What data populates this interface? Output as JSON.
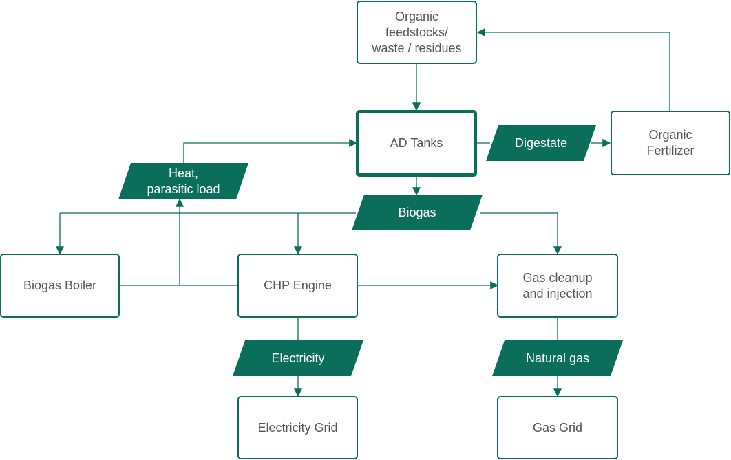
{
  "colors": {
    "accent": "#0b6e5b",
    "box_text": "#555555",
    "label_text": "#ffffff"
  },
  "nodes": {
    "feedstocks": "Organic\nfeedstocks/\nwaste / residues",
    "ad_tanks": "AD Tanks",
    "organic_fertilizer": "Organic\nFertilizer",
    "biogas_boiler": "Biogas Boiler",
    "chp_engine": "CHP Engine",
    "gas_cleanup": "Gas cleanup\nand injection",
    "electricity_grid": "Electricity Grid",
    "gas_grid": "Gas Grid"
  },
  "flows": {
    "digestate": "Digestate",
    "heat": "Heat,\nparasitic load",
    "biogas": "Biogas",
    "electricity": "Electricity",
    "natural_gas": "Natural gas"
  }
}
